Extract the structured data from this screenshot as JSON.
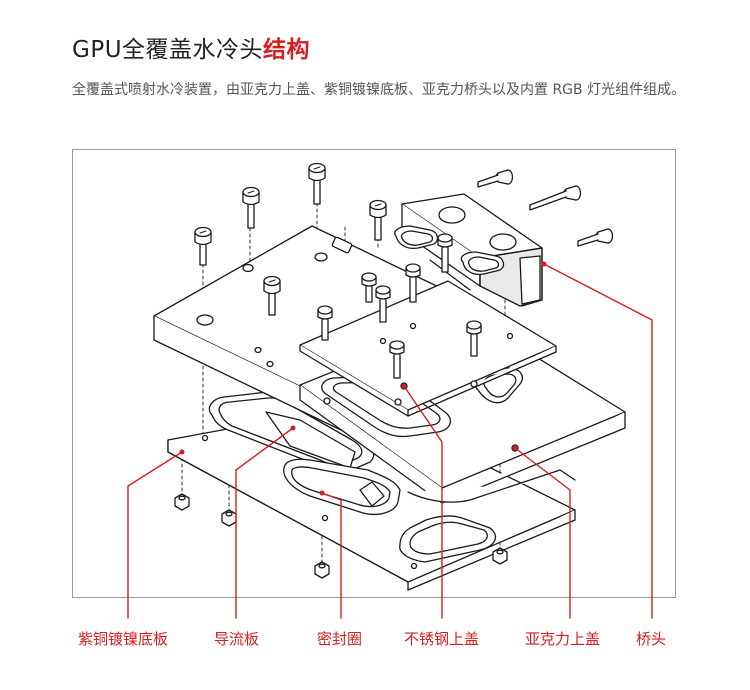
{
  "header": {
    "title_main": "GPU全覆盖水冷头",
    "title_accent": "结构",
    "description": "全覆盖式喷射水冷装置，由亚克力上盖、紫铜镀镍底板、亚克力桥头以及内置 RGB 灯光组件组成。"
  },
  "labels": [
    {
      "id": "copper-plate",
      "text": "紫铜镀镍底板"
    },
    {
      "id": "flow-guide",
      "text": "导流板"
    },
    {
      "id": "seal-ring",
      "text": "密封圈"
    },
    {
      "id": "steel-cover",
      "text": "不锈钢上盖"
    },
    {
      "id": "acrylic-cover",
      "text": "亚克力上盖"
    },
    {
      "id": "bridge",
      "text": "桥头"
    }
  ],
  "colors": {
    "accent": "#d81e1e",
    "line": "#1a1a1a",
    "frame": "#9a9a9a"
  }
}
